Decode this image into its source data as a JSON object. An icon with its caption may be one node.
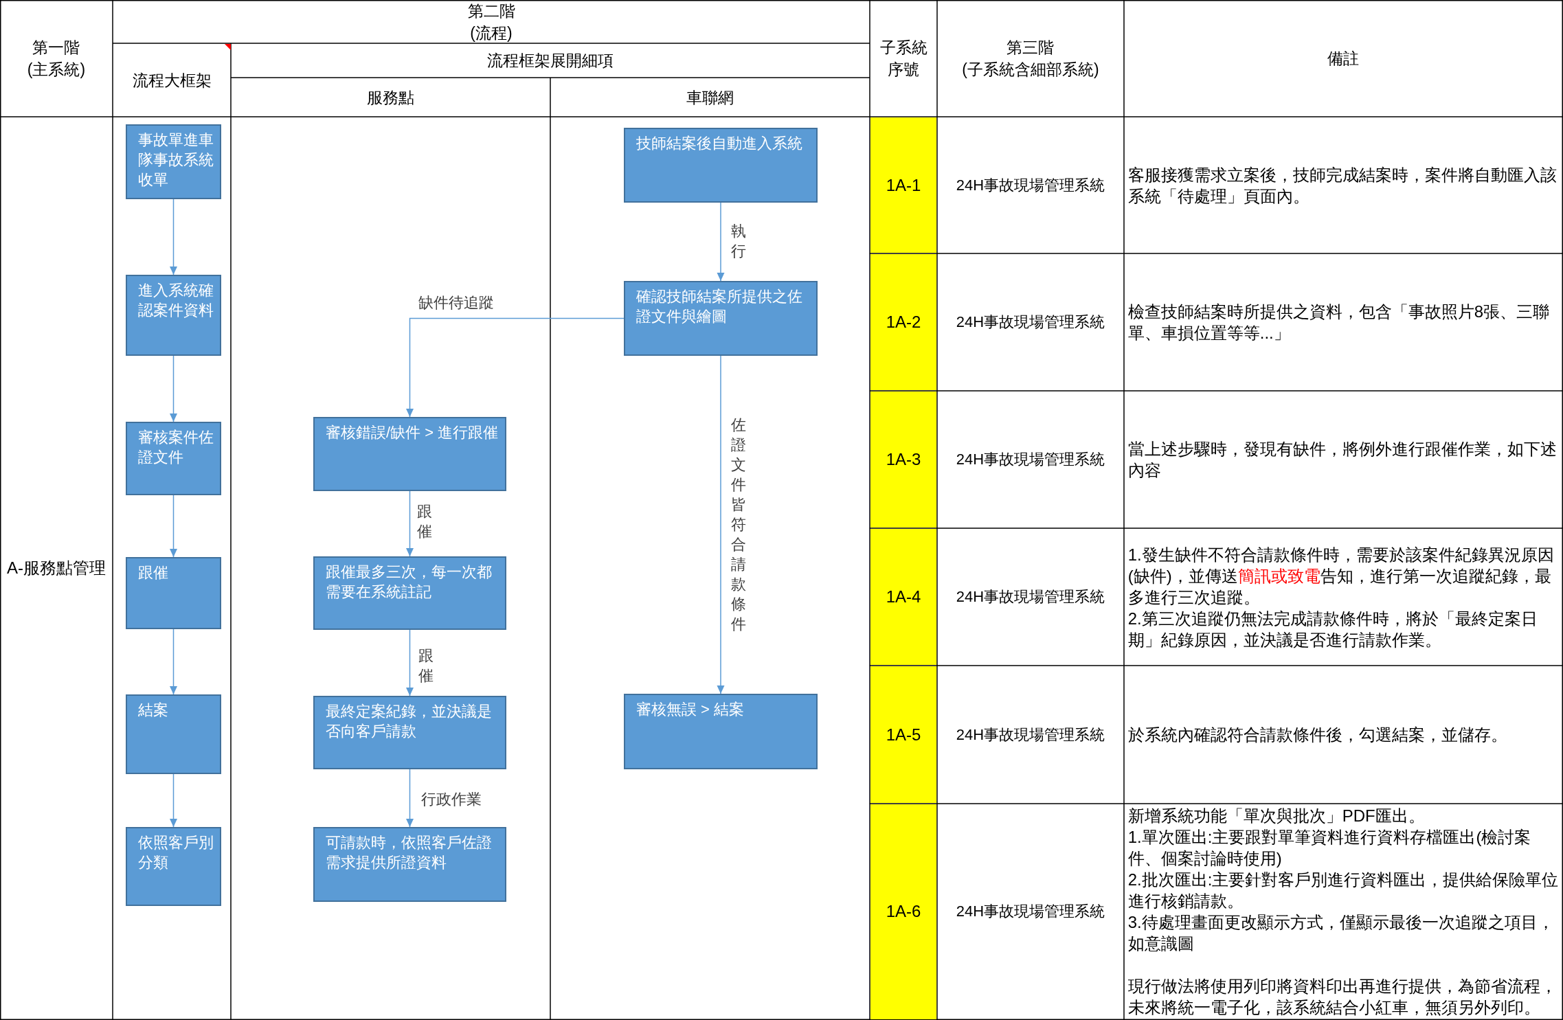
{
  "diagram": {
    "nodes": [
      {
        "text": [
          "事故單進車隊事故系統收單"
        ]
      },
      {
        "text": [
          "進入系統確認案件資料"
        ]
      },
      {
        "text": [
          "審核案件佐證文件"
        ]
      },
      {
        "text": [
          "跟催"
        ]
      },
      {
        "text": [
          "結案"
        ]
      },
      {
        "text": [
          "依照客戶別分類"
        ]
      },
      {
        "text": [
          "審核錯誤/缺件 > 進行跟催"
        ]
      },
      {
        "text": [
          "跟催最多三次，每一次都需要在系統註記"
        ]
      },
      {
        "text": [
          "最終定案紀錄，並決議是否向客戶請款"
        ]
      },
      {
        "text": [
          "可請款時，依照客戶佐證需求提供所證資料"
        ]
      },
      {
        "text": [
          "技師結案後自動進入系統"
        ]
      },
      {
        "text": [
          "確認技師結案所提供之佐證文件與繪圖"
        ]
      },
      {
        "text": [
          "審核無誤 > 結案"
        ]
      }
    ],
    "edges": [
      {
        "from": 0,
        "to": 1,
        "arrow": "to"
      },
      {
        "from": 1,
        "to": 2,
        "arrow": "to"
      },
      {
        "from": 2,
        "to": 3,
        "arrow": "to"
      },
      {
        "from": 3,
        "to": 4,
        "arrow": "to"
      },
      {
        "from": 4,
        "to": 5,
        "arrow": "to"
      },
      {
        "from": 10,
        "to": 11,
        "arrow": "to",
        "label": "執行"
      },
      {
        "from": 11,
        "to": 6,
        "arrow": "to",
        "label": "缺件待追蹤"
      },
      {
        "from": 6,
        "to": 7,
        "arrow": "to",
        "label": "跟催"
      },
      {
        "from": 7,
        "to": 8,
        "arrow": "to",
        "label": "跟催"
      },
      {
        "from": 8,
        "to": 9,
        "arrow": "to",
        "label": "行政作業"
      },
      {
        "from": 11,
        "to": 12,
        "arrow": "to",
        "label": "佐證文件皆符合請款條件"
      }
    ],
    "labels": [
      "第一階(主系統)",
      "第二階(流程)",
      "子系統序號",
      "第三階(子系統含細部系統)",
      "備註",
      "流程大框架",
      "流程框架展開細項",
      "服務點",
      "車聯網",
      "A-服務點管理",
      "1A-1",
      "24H事故現場管理系統",
      "客服接獲需求立案後，技師完成結案時，案件將自動匯入該系統「待處理」頁面內。",
      "1A-2",
      "24H事故現場管理系統",
      "檢查技師結案時所提供之資料，包含「事故照片8張、三聯單、車損位置等等...」",
      "1A-3",
      "24H事故現場管理系統",
      "當上述步驟時，發現有缺件，將例外進行跟催作業，如下述內容",
      "1A-4",
      "24H事故現場管理系統",
      "1.發生缺件不符合請款條件時，需要於該案件紀錄異況原因(缺件)，並傳送**簡訊或致電**告知，進行第一次追蹤紀錄，最多進行三次追蹤。",
      "2.第三次追蹤仍無法完成請款條件時，將於「最終定案日期」紀錄原因，並決議是否進行請款作業。",
      "1A-5",
      "24H事故現場管理系統",
      "於系統內確認符合請款條件後，勾選結案，並儲存。",
      "1A-6",
      "24H事故現場管理系統",
      "新增系統功能「單次與批次」PDF匯出。",
      "1.單次匯出:主要跟對單筆資料進行資料存檔匯出(檢討案件、個案討論時使用)",
      "2.批次匯出:主要針對客戶別進行資料匯出，提供給保險單位進行核銷請款。",
      "3.待處理畫面更改顯示方式，僅顯示最後一次追蹤之項目，如意識圖",
      "現行做法將使用列印將資料印出再進行提供，為節省流程，未來將統一電子化，該系統結合小紅車，無須另外列印。"
    ]
  }
}
